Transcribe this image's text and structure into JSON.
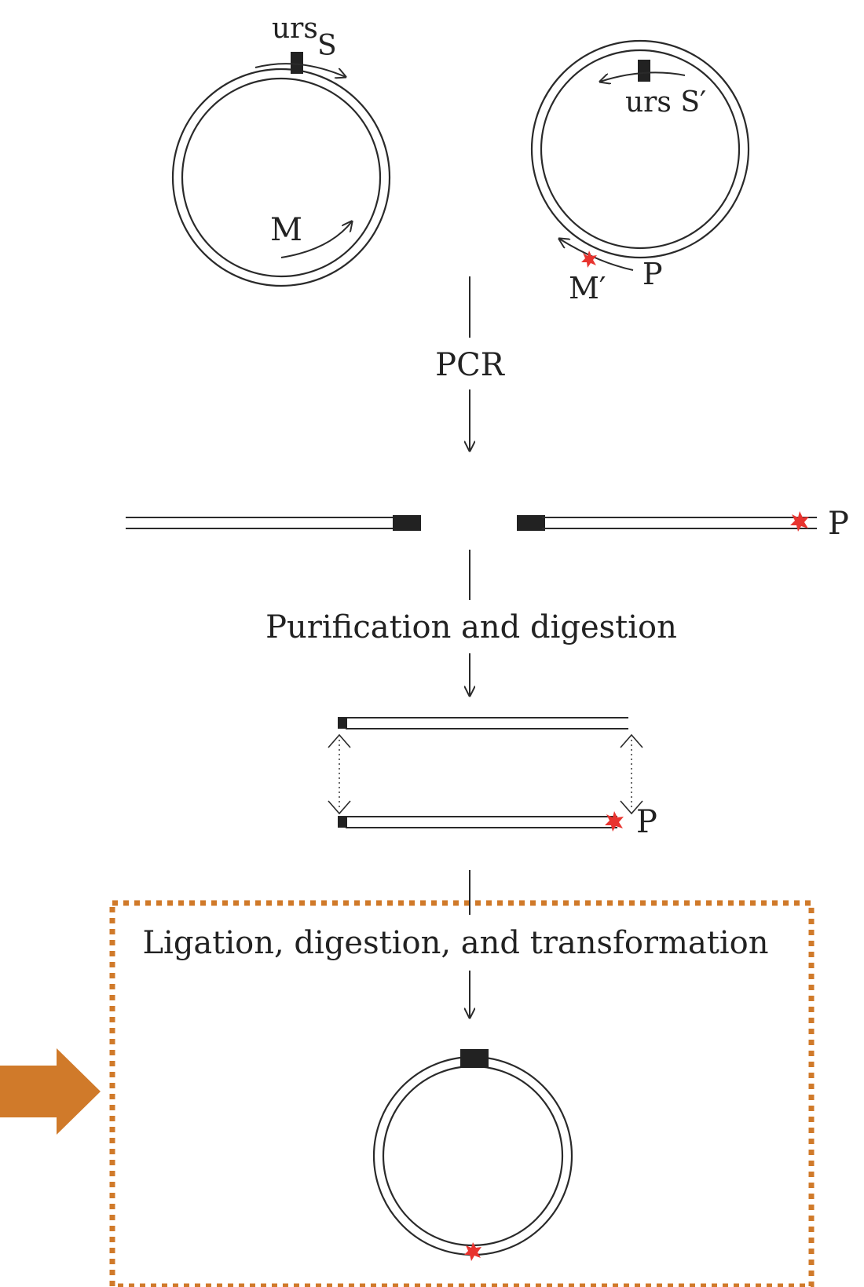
{
  "labels": {
    "urs_left": "urs",
    "s_left": "S",
    "urs_right": "urs S′",
    "m_primer": "M",
    "m_prime_primer": "M′",
    "p_primer": "P",
    "p_linear": "P",
    "p_digested": "P"
  },
  "steps": {
    "pcr": "PCR",
    "purification": "Purification and digestion",
    "ligation": "Ligation, digestion, and transformation"
  },
  "colors": {
    "dna": "#2a2a2a",
    "mutation": "#e8342f",
    "highlight": "#d07a2a",
    "marker": "#222222"
  }
}
